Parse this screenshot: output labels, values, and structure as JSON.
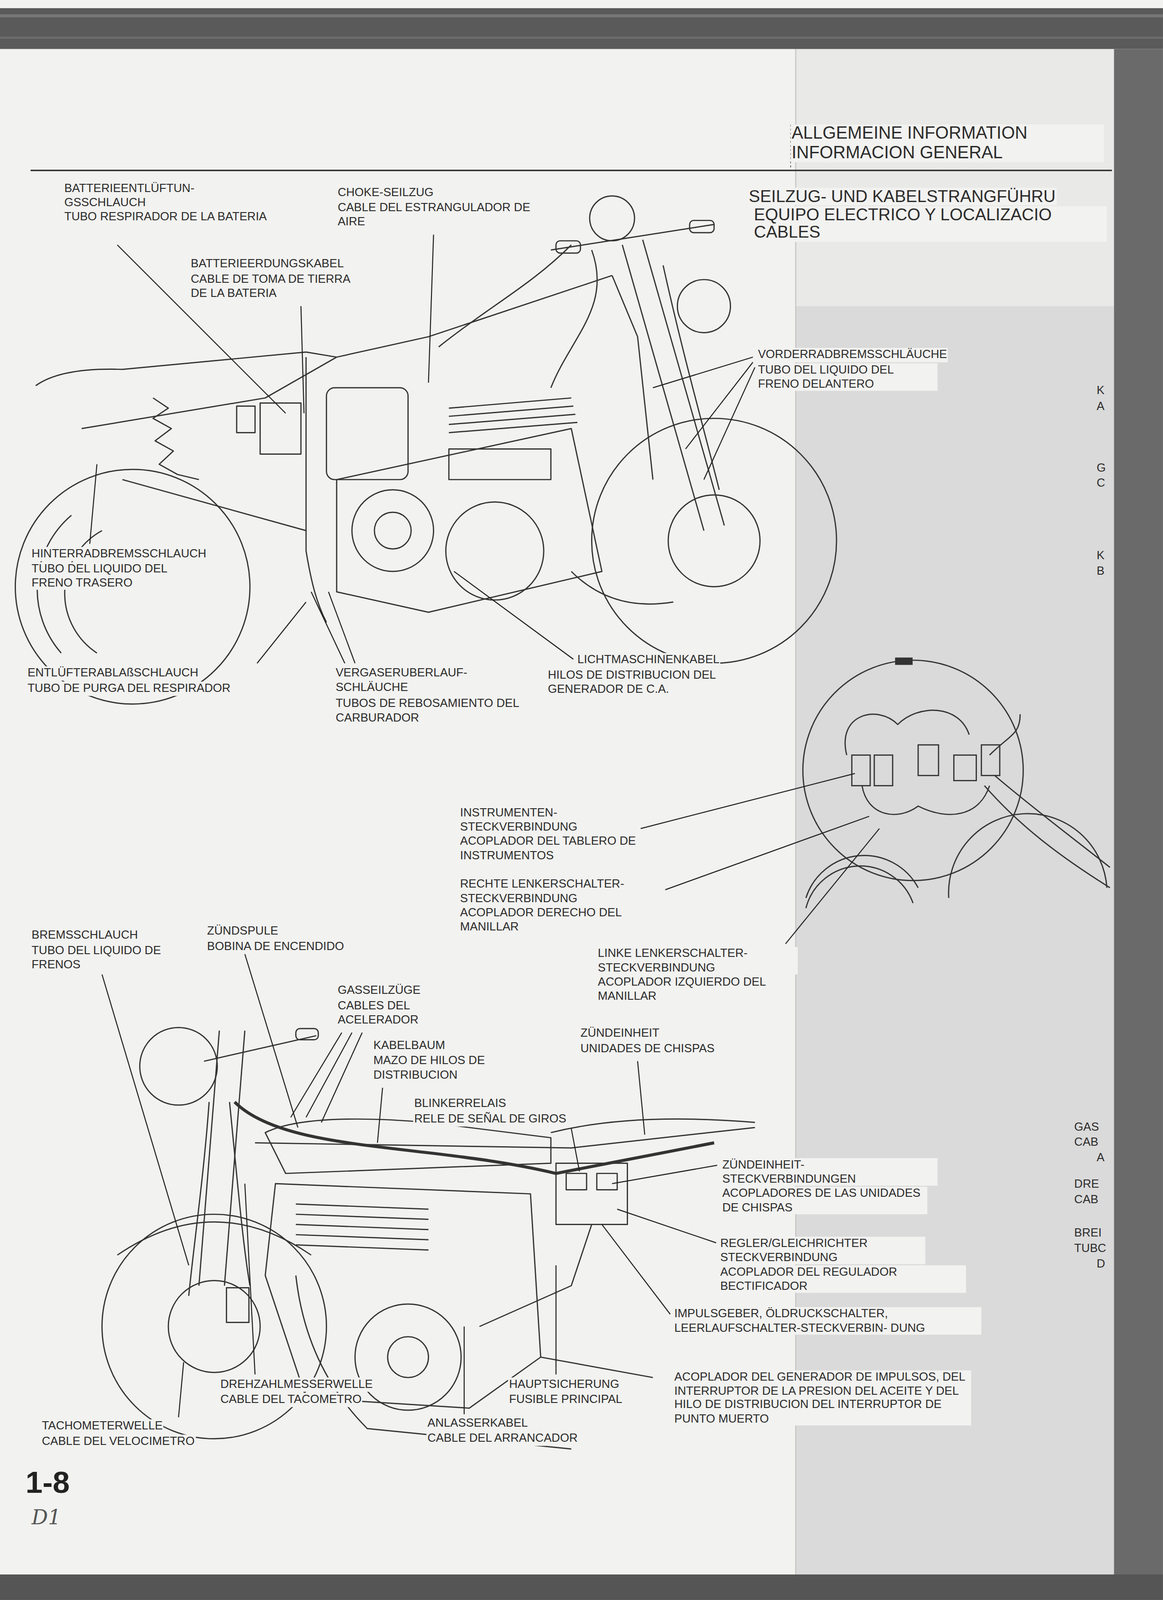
{
  "diagram": {
    "title": "ALLGEMEINE INFORMATION INFORMACION GENERAL",
    "labels": [
      "BATTERIEENTLÜFTUN- GSSCHLAUCH",
      "TUBO RESPIRADOR DE LA BATERIA",
      "CHOKE-SEILZUG",
      "CABLE DEL ESTRANGULADOR DE AIRE",
      "SEILZUG- UND KABELSTRANGFÜHRU",
      "EQUIPO ELECTRICO Y LOCALIZACIO CABLES",
      "BATTERIEERDUNGSKABEL",
      "CABLE DE TOMA DE TIERRA DE LA BATERIA",
      "VORDERRADBREMSSCHLÄUCHE",
      "TUBO DEL LIQUIDO DEL FRENO DELANTERO",
      "K",
      "A",
      "G",
      "C",
      "K",
      "B",
      "HINTERRADBREMSSCHLAUCH",
      "TUBO DEL LIQUIDO DEL FRENO TRASERO",
      "ENTLÜFTERABLAßSCHLAUCH",
      "TUBO DE PURGA DEL RESPIRADOR",
      "VERGASERUBERLAUF- SCHLÄUCHE",
      "TUBOS DE REBOSAMIENTO DEL CARBURADOR",
      "LICHTMASCHINENKABEL",
      "HILOS DE DISTRIBUCION DEL GENERADOR DE C.A.",
      "INSTRUMENTEN- STECKVERBINDUNG",
      "ACOPLADOR DEL TABLERO DE INSTRUMENTOS",
      "RECHTE LENKERSCHALTER- STECKVERBINDUNG",
      "ACOPLADOR DERECHO DEL MANILLAR",
      "BREMSSCHLAUCH",
      "TUBO DEL LIQUIDO DE FRENOS",
      "ZÜNDSPULE",
      "BOBINA DE ENCENDIDO",
      "LINKE LENKERSCHALTER- STECKVERBINDUNG",
      "ACOPLADOR IZQUIERDO DEL MANILLAR",
      "GASSEILZÜGE",
      "CABLES DEL ACELERADOR",
      "ZÜNDEINHEIT",
      "UNIDADES DE CHISPAS",
      "KABELBAUM",
      "MAZO DE HILOS DE DISTRIBUCION",
      "BLINKERRELAIS",
      "RELE DE SEÑAL DE GIROS",
      "GAS",
      "CAB",
      "A",
      "DRE",
      "CAB",
      "BREI",
      "TUBC",
      "D",
      "ZÜNDEINHEIT- STECKVERBINDUNGEN",
      "ACOPLADORES DE LAS UNIDADES DE CHISPAS",
      "REGLER/GLEICHRICHTER STECKVERBINDUNG",
      "ACOPLADOR DEL REGULADOR BECTIFICADOR",
      "IMPULSGEBER, ÖLDRUCKSCHALTER, LEERLAUFSCHALTER-STECKVERBIN- DUNG",
      "ACOPLADOR DEL GENERADOR DE IMPULSOS, DEL INTERRUPTOR DE LA PRESION DEL ACEITE Y DEL HILO DE DISTRIBUCION DEL INTERRUPTOR DE PUNTO MUERTO",
      "DREHZAHLMESSERWELLE",
      "CABLE DEL TACOMETRO",
      "HAUPTSICHERUNG",
      "FUSIBLE PRINCIPAL",
      "TACHOMETERWELLE",
      "CABLE DEL VELOCIMETRO",
      "ANLASSERKABEL",
      "CABLE DEL ARRANCADOR",
      "1-8",
      "D1"
    ]
  }
}
